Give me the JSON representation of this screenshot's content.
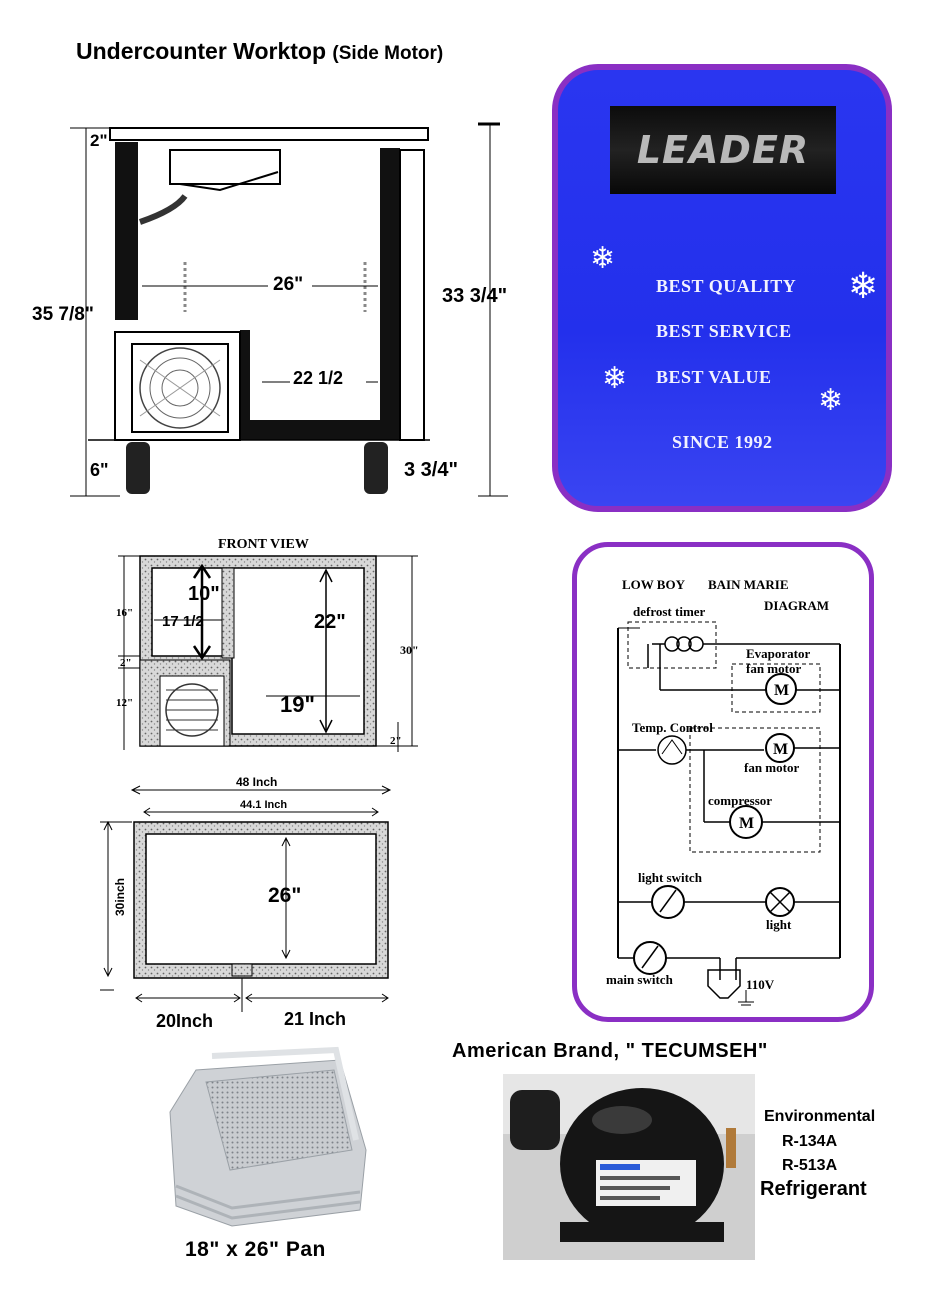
{
  "title": {
    "main": "Undercounter Worktop",
    "sub": "(Side Motor)"
  },
  "side_view": {
    "top_thickness": "2\"",
    "total_height": "35 7/8\"",
    "cabinet_height": "33 3/4\"",
    "interior_width": "26\"",
    "interior_depth_lower": "22 1/2",
    "caster_height": "6\"",
    "foot_offset": "3 3/4\""
  },
  "badge": {
    "logo": "LEADER",
    "lines": [
      "BEST QUALITY",
      "BEST SERVICE",
      "BEST VALUE"
    ],
    "since": "SINCE 1992",
    "colors": {
      "border": "#8a2fc4",
      "background": "#2a36f0"
    }
  },
  "front_view": {
    "label": "FRONT VIEW",
    "upper_height": "10\"",
    "compartment_width": "17 1/2",
    "interior_height": "22\"",
    "interior_width": "19\"",
    "total_height": "30\"",
    "top_section": "16\"",
    "mid_gap": "2\"",
    "lower_section": "12\"",
    "right_gap": "2\""
  },
  "top_view": {
    "outer_width": "48 Inch",
    "inner_width": "44.1 Inch",
    "depth": "30inch",
    "interior_depth": "26\"",
    "left_width": "20Inch",
    "right_width": "21 Inch"
  },
  "wiring": {
    "title_left": "LOW BOY",
    "title_mid": "BAIN MARIE",
    "title_right": "DIAGRAM",
    "defrost": "defrost timer",
    "evap1": "Evaporator",
    "evap2": "fan motor",
    "temp": "Temp. Control",
    "fan": "fan motor",
    "compressor": "compressor",
    "light_switch": "light switch",
    "light": "light",
    "main_switch": "main switch",
    "voltage": "110V",
    "motor": "M"
  },
  "pan": {
    "label": "18\" x 26\" Pan"
  },
  "compressor": {
    "brand": "American Brand, \" TECUMSEH\"",
    "env": "Environmental",
    "r1": "R-134A",
    "r2": "R-513A",
    "refrigerant": "Refrigerant"
  }
}
